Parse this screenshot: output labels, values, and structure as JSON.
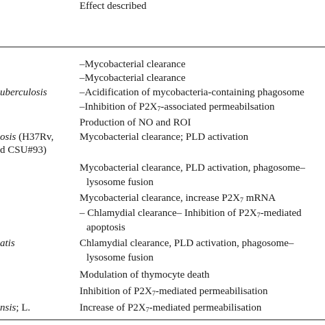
{
  "table": {
    "column_header": "Effect described",
    "organism_fragments": [
      {
        "italic": "uberculosis",
        "rest": ""
      },
      {
        "italic": "osis",
        "rest": " (H37Rv,"
      },
      {
        "italic": "",
        "rest": "d CSU#93)"
      },
      {
        "italic": "atis",
        "rest": ""
      },
      {
        "italic": "nsis",
        "rest": "; L."
      }
    ],
    "effects": [
      "–Mycobacterial clearance",
      "–Mycobacterial clearance",
      "–Acidification of mycobacteria-containing phagosome",
      "–Inhibition of P2X₇-associated permeabilsation",
      "Production of NO and ROI",
      "Mycobacterial clearance; PLD activation",
      "Mycobacterial clearance, PLD activation, phagosome–",
      "lysosome fusion",
      "Mycobacterial clearance, increase P2X₇ mRNA",
      "– Chlamydial clearance– Inhibition of P2X₇-mediated",
      "apoptosis",
      "Chlamydial clearance, PLD activation, phagosome–",
      "lysosome fusion",
      "Modulation of thymocyte death",
      "Inhibition of P2X₇-mediated permeabilisation",
      "Increase of P2X₇-mediated permeabilisation"
    ]
  }
}
